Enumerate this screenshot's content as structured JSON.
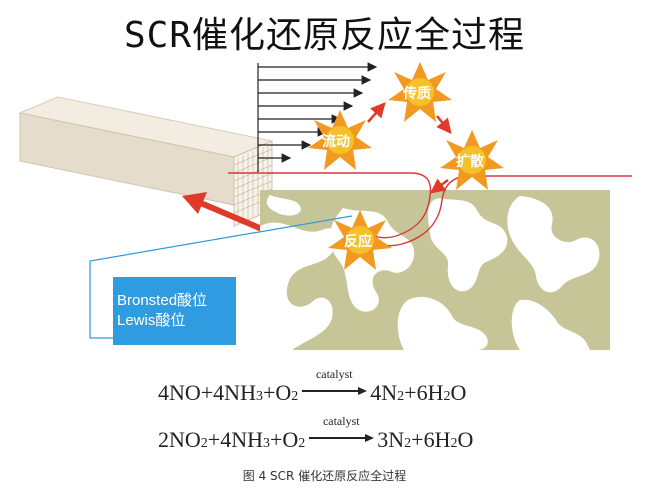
{
  "title": "SCR催化还原反应全过程",
  "stars": {
    "flow": "流动",
    "mass_transfer": "传质",
    "diffusion": "扩散",
    "reaction": "反应"
  },
  "acid_sites": {
    "line1": "Bronsted酸位",
    "line2": "Lewis酸位"
  },
  "equations": {
    "eq1": {
      "left_a": "4NO+4NH",
      "left_a_sub": "3",
      "left_b": "+O",
      "left_b_sub": "2",
      "catalyst": "catalyst",
      "right_a": "4N",
      "right_a_sub": "2",
      "right_b": "+6H",
      "right_b_sub": "2",
      "right_c": "O"
    },
    "eq2": {
      "left_a": "2NO",
      "left_a_sub": "2",
      "left_b": "+4NH",
      "left_b_sub": "3",
      "left_c": "+O",
      "left_c_sub": "2",
      "catalyst": "catalyst",
      "right_a": "3N",
      "right_a_sub": "2",
      "right_b": "+6H",
      "right_b_sub": "2",
      "right_c": "O"
    }
  },
  "caption": "图 4 SCR 催化还原反应全过程",
  "colors": {
    "catalyst_block": "#c6c598",
    "pore": "#ffffff",
    "red_line": "#d8383c",
    "acid_box": "#2f9be0",
    "star_fill": "#f29a1f",
    "star_core": "#f6c02a",
    "arrow_red": "#e23a2a"
  }
}
